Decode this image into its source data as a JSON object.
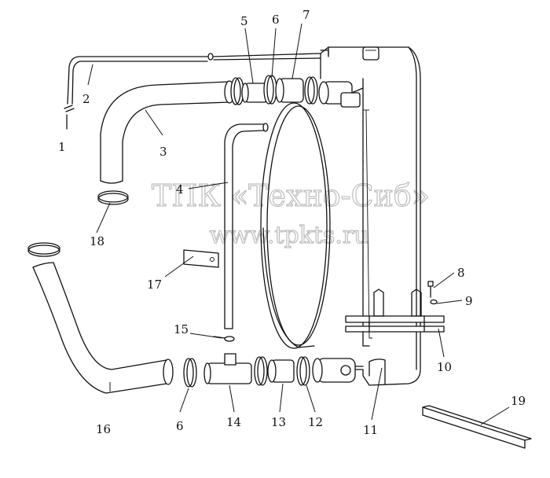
{
  "watermark": {
    "line1": "ТПК «Техно-Сиб»",
    "line2": "www.tpkts.ru"
  },
  "callouts": [
    {
      "id": "1",
      "text": "1"
    },
    {
      "id": "2",
      "text": "2"
    },
    {
      "id": "3",
      "text": "3"
    },
    {
      "id": "4",
      "text": "4"
    },
    {
      "id": "5",
      "text": "5"
    },
    {
      "id": "6a",
      "text": "6"
    },
    {
      "id": "7",
      "text": "7"
    },
    {
      "id": "8",
      "text": "8"
    },
    {
      "id": "9",
      "text": "9"
    },
    {
      "id": "10",
      "text": "10"
    },
    {
      "id": "11",
      "text": "11"
    },
    {
      "id": "12",
      "text": "12"
    },
    {
      "id": "13",
      "text": "13"
    },
    {
      "id": "14",
      "text": "14"
    },
    {
      "id": "15",
      "text": "15"
    },
    {
      "id": "16",
      "text": "16"
    },
    {
      "id": "6b",
      "text": "6"
    },
    {
      "id": "17",
      "text": "17"
    },
    {
      "id": "18",
      "text": "18"
    },
    {
      "id": "19",
      "text": "19"
    }
  ]
}
